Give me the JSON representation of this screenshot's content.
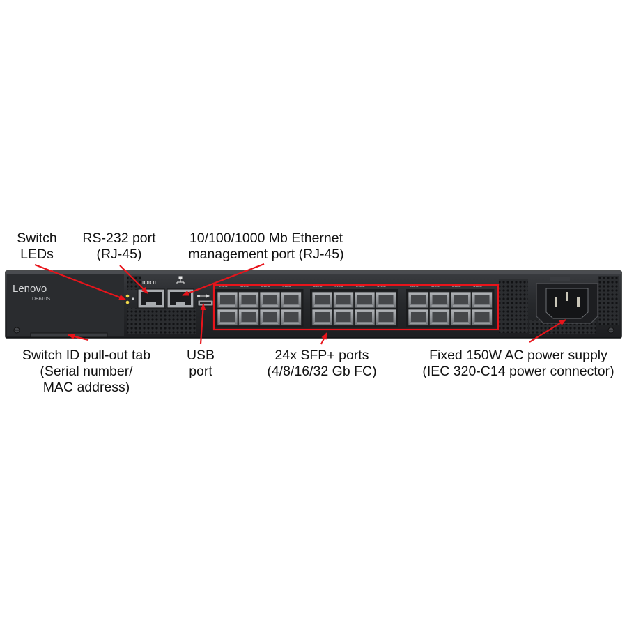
{
  "device": {
    "brand": "Lenovo",
    "model": "DB610S",
    "serial_port_marking": "IOIOI",
    "port_label_text": "8/16/32",
    "sfp_port_count": 24,
    "colors": {
      "chassis": "#26282b",
      "panel": "#2c2e31",
      "port_metal": "#8d9094",
      "port_hole": "#45474a",
      "annotation_red": "#e8141b"
    }
  },
  "callouts": {
    "switch_leds": {
      "line1": "Switch",
      "line2": "LEDs"
    },
    "rs232": {
      "line1": "RS-232 port",
      "line2": "(RJ-45)"
    },
    "ethernet": {
      "line1": "10/100/1000 Mb Ethernet",
      "line2": "management port (RJ-45)"
    },
    "pullout_tab": {
      "line1": "Switch ID pull-out tab",
      "line2": "(Serial number/",
      "line3": "MAC address)"
    },
    "usb": {
      "line1": "USB",
      "line2": "port"
    },
    "sfp": {
      "line1": "24x SFP+ ports",
      "line2": "(4/8/16/32 Gb FC)"
    },
    "power": {
      "line1": "Fixed 150W AC power supply",
      "line2": "(IEC 320-C14 power connector)"
    }
  }
}
